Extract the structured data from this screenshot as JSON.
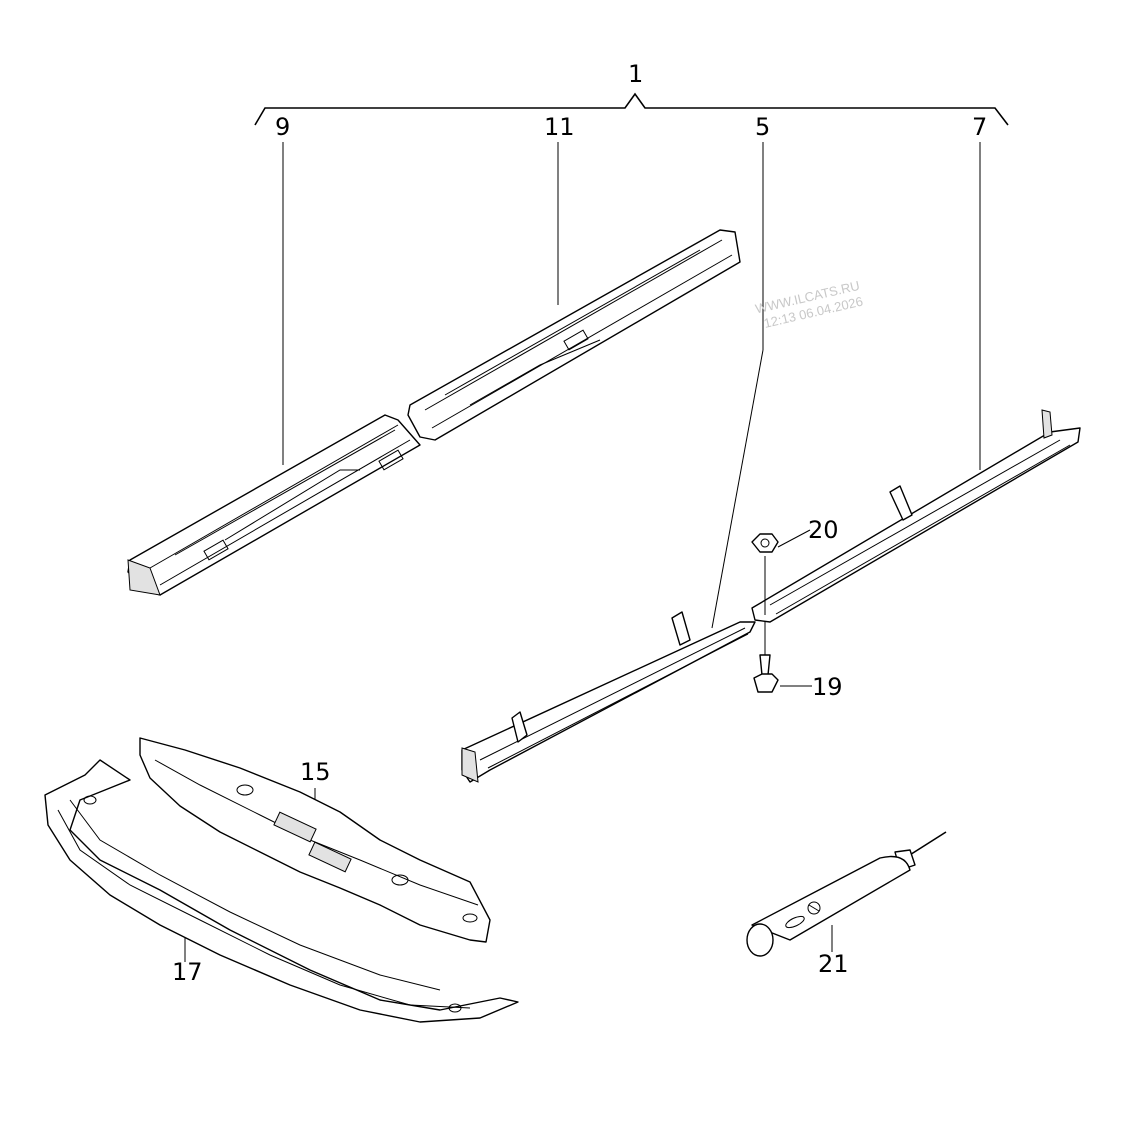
{
  "watermark": {
    "line1": "WWW.ILCATS.RU",
    "line2": "12:13 06.04.2026"
  },
  "callouts": {
    "c1": "1",
    "c9": "9",
    "c11": "11",
    "c5": "5",
    "c7": "7",
    "c20": "20",
    "c19": "19",
    "c15": "15",
    "c17": "17",
    "c21": "21"
  }
}
